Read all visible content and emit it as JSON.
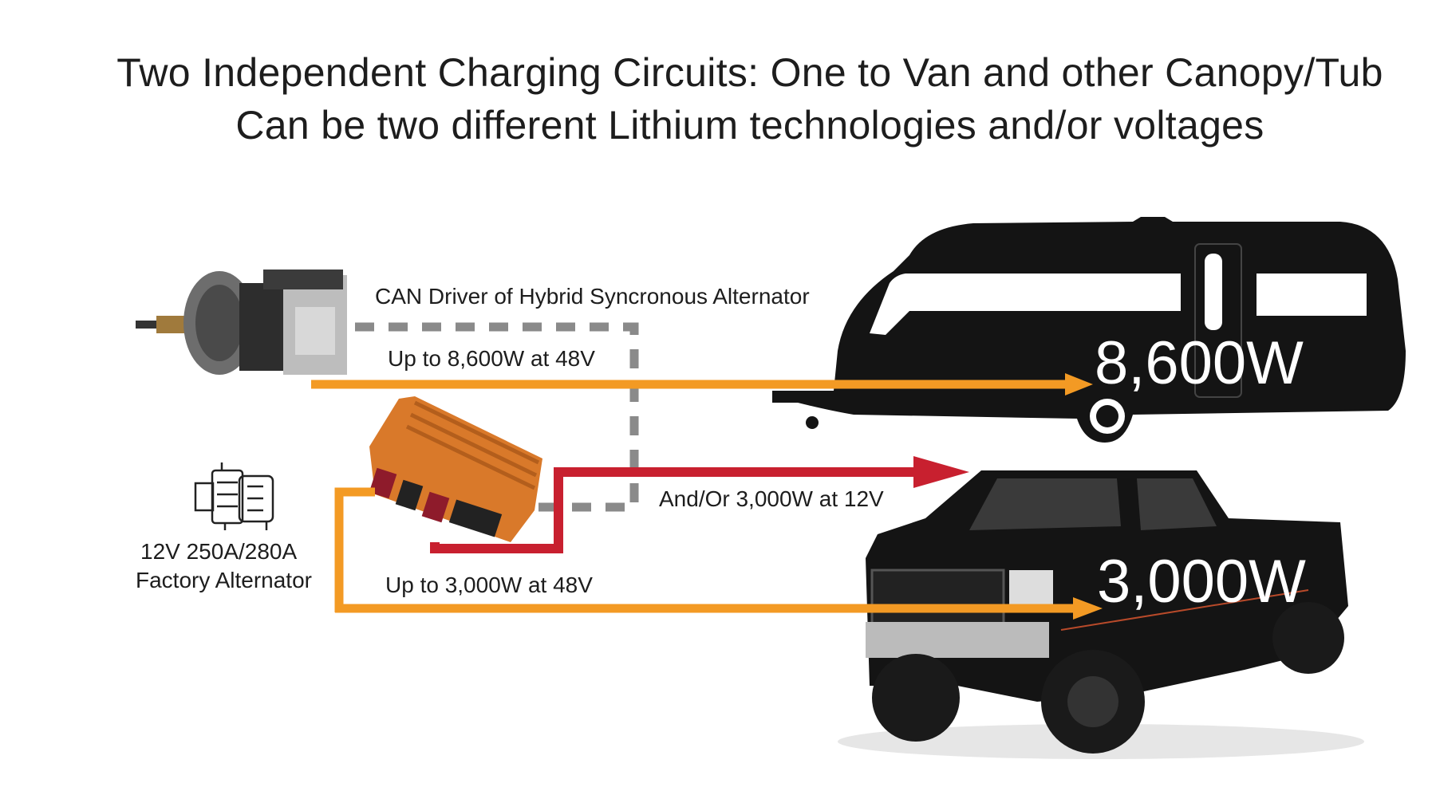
{
  "title": {
    "line1": "Two Independent Charging Circuits: One to Van and other Canopy/Tub",
    "line2": "Can be two different Lithium technologies and/or voltages"
  },
  "labels": {
    "can_driver": "CAN Driver of Hybrid Syncronous Alternator",
    "van_circuit": "Up to 8,600W at 48V",
    "truck_12v_circuit": "And/Or 3,000W at 12V",
    "truck_48v_circuit": "Up to 3,000W at 48V",
    "factory_alt_line1": "12V 250A/280A",
    "factory_alt_line2": "Factory Alternator"
  },
  "outputs": {
    "van_power": "8,600W",
    "truck_power": "3,000W"
  },
  "colors": {
    "orange": "#f39a24",
    "red": "#c8202f",
    "gray_dash": "#8a8a8a",
    "vehicle": "#141414"
  }
}
